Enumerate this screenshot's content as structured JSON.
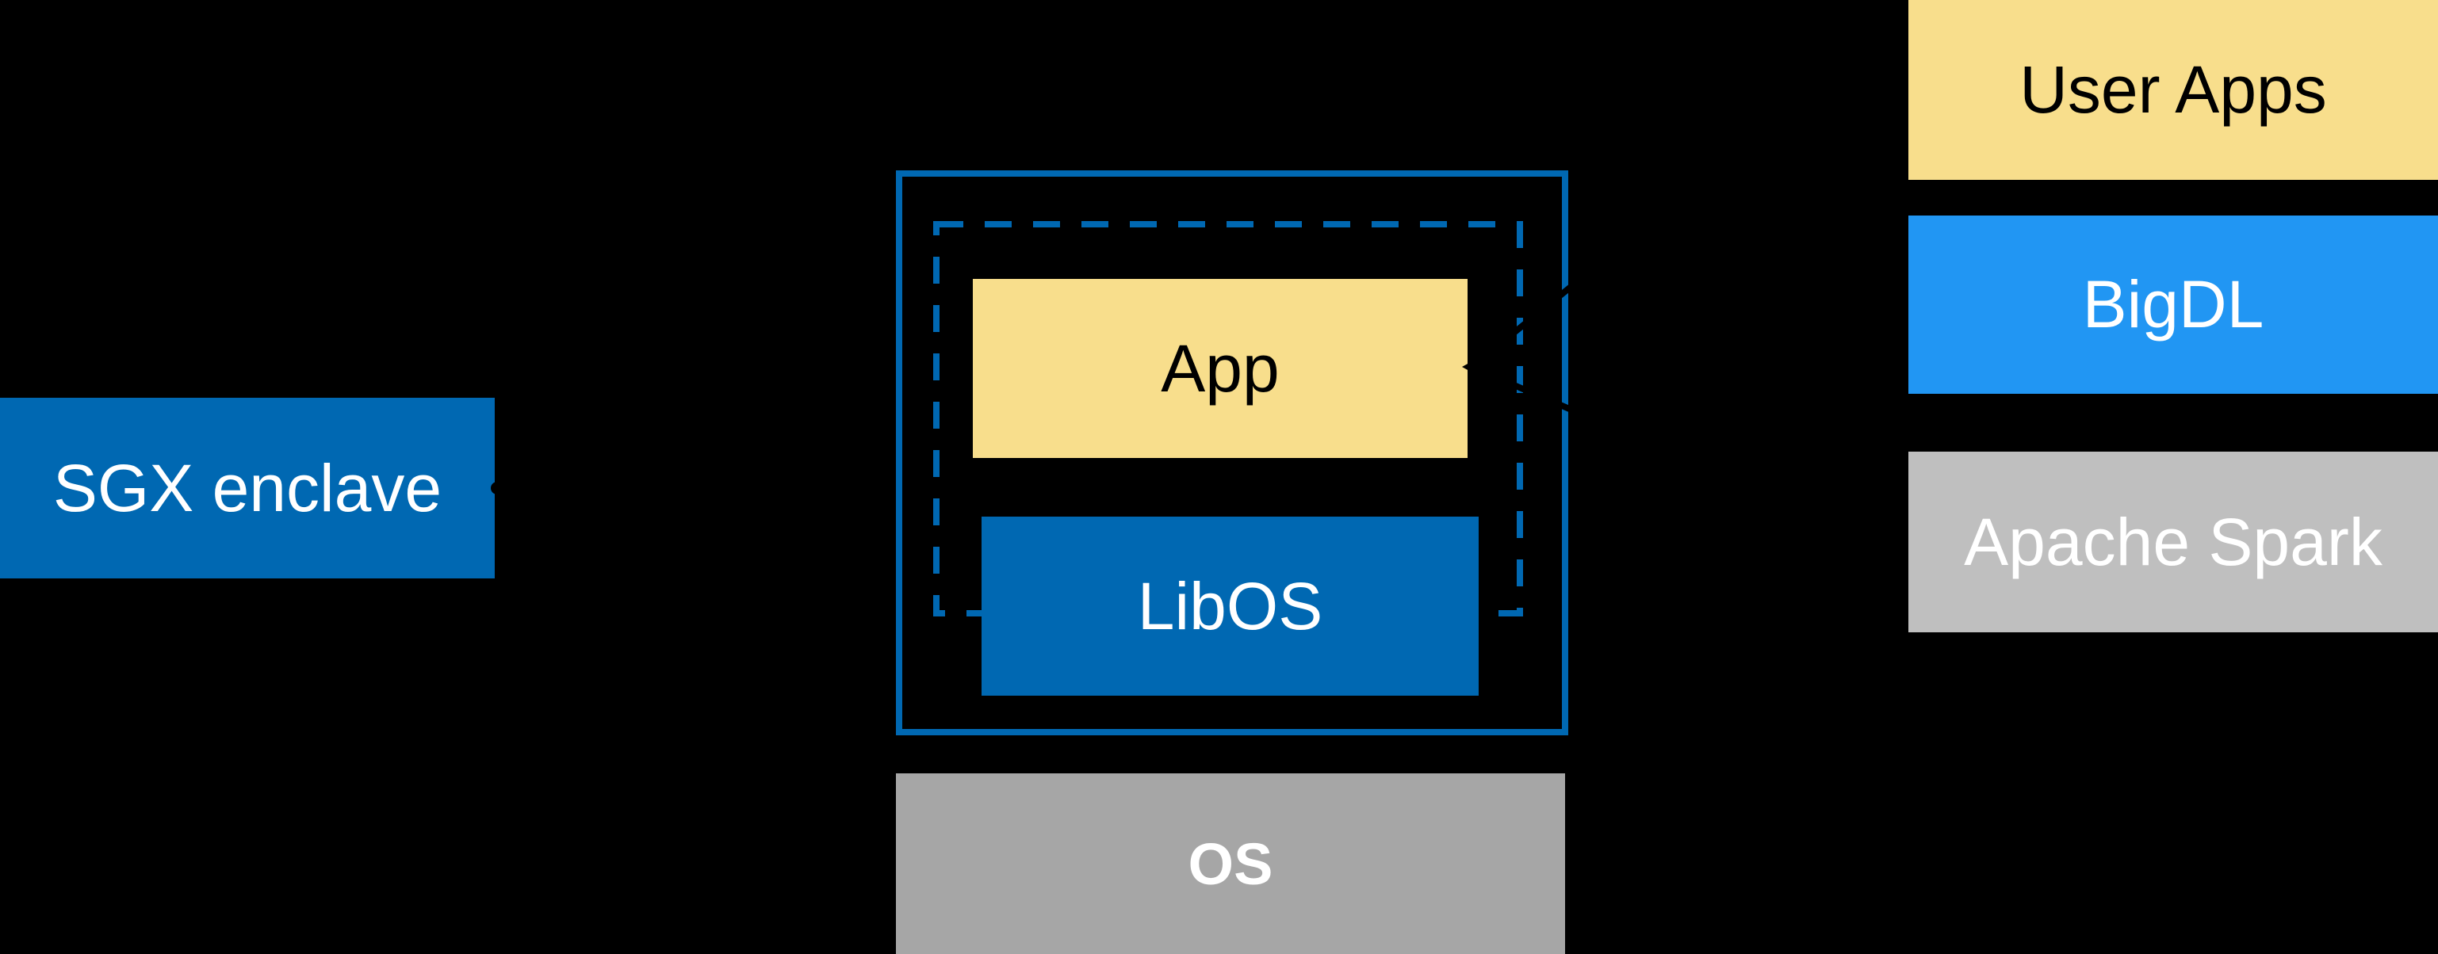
{
  "diagram": {
    "background_color": "#000000",
    "colors": {
      "dark_blue": "#0068B2",
      "bright_blue": "#2196F3",
      "yellow": "#F8DE8C",
      "gray_light": "#BFBFBF",
      "gray_medium": "#A6A6A6",
      "connector_black": "#000000",
      "white": "#FFFFFF",
      "black": "#000000"
    },
    "nodes": {
      "sgx_enclave": {
        "label": "SGX enclave",
        "fill": "#0068B2",
        "text_color": "#FFFFFF"
      },
      "app": {
        "label": "App",
        "fill": "#F8DE8C",
        "text_color": "#000000"
      },
      "libos": {
        "label": "LibOS",
        "fill": "#0068B2",
        "text_color": "#FFFFFF"
      },
      "os": {
        "label": "OS",
        "fill": "#A6A6A6",
        "text_color": "#FFFFFF"
      },
      "user_apps": {
        "label": "User Apps",
        "fill": "#F8DE8C",
        "text_color": "#000000"
      },
      "bigdl": {
        "label": "BigDL",
        "fill": "#2196F3",
        "text_color": "#FFFFFF"
      },
      "apache_spark": {
        "label": "Apache Spark",
        "fill": "#BFBFBF",
        "text_color": "#FFFFFF"
      }
    },
    "containers": {
      "enclave_boundary": {
        "style": "solid",
        "stroke": "#0068B2"
      },
      "trusted_region": {
        "style": "dashed",
        "stroke": "#0068B2"
      }
    },
    "connectors": {
      "stack_to_app": {
        "color": "#000000",
        "marker": "arrowhead"
      },
      "boundary_to_label": {
        "color": "#000000",
        "marker": "dot"
      }
    }
  }
}
